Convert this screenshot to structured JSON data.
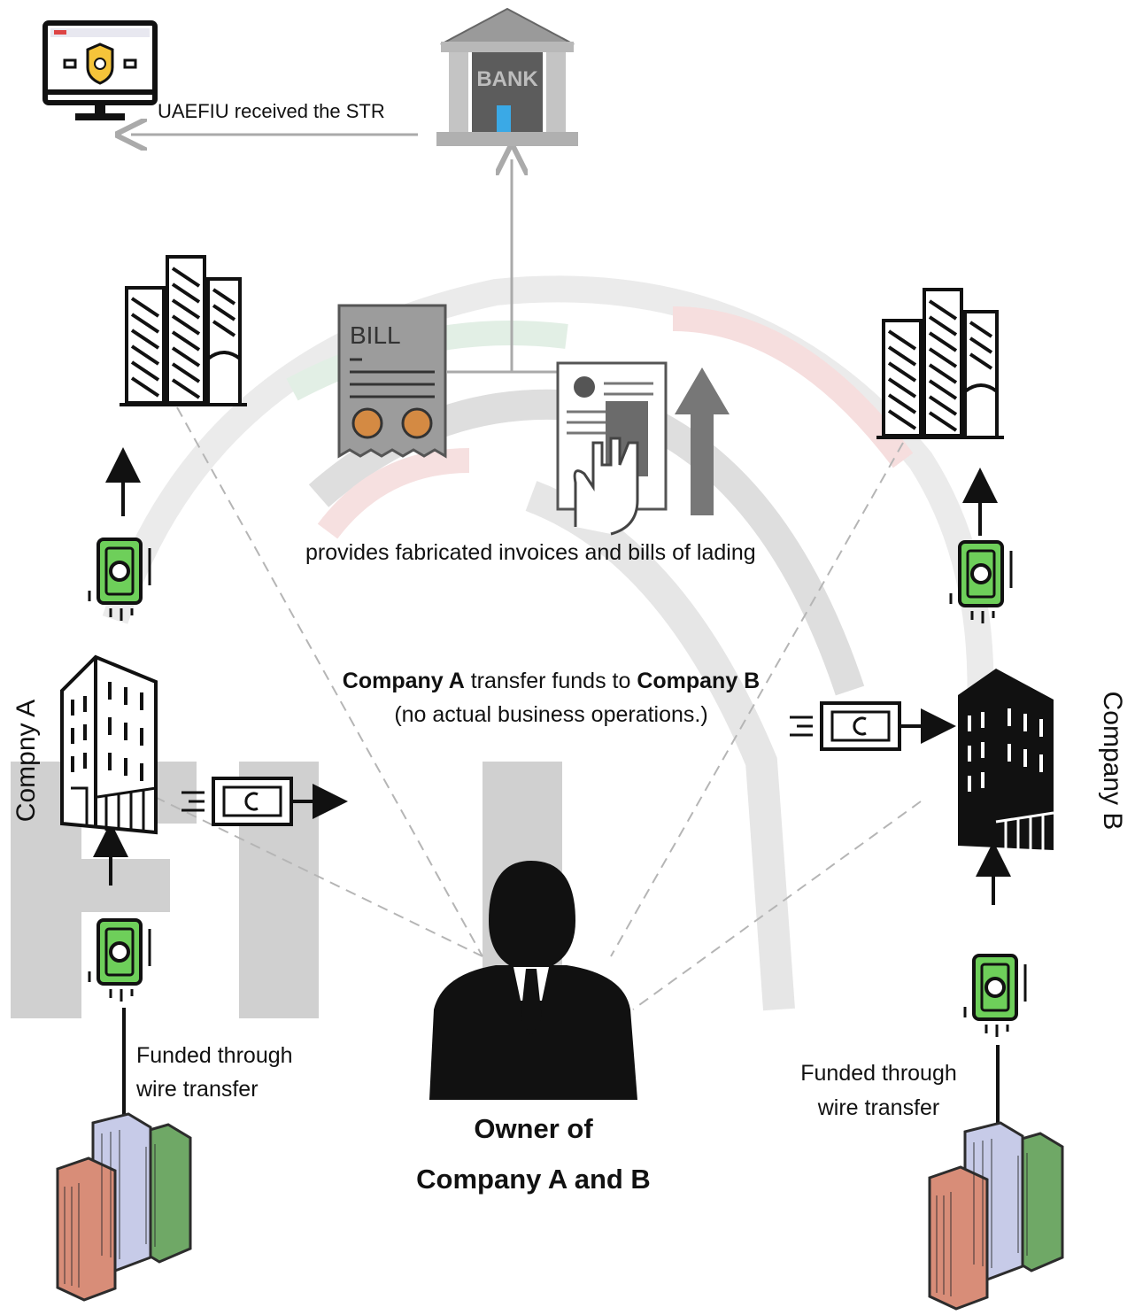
{
  "watermark": {
    "text": "FIU",
    "colors": {
      "gray": "#d0d0d0",
      "green": "#d6e8da",
      "red": "#f2cfcf"
    }
  },
  "bank": {
    "sign": "BANK"
  },
  "fiu": {
    "label": "UAEFIU received the STR"
  },
  "documents": {
    "bill_label": "BILL",
    "caption": "provides fabricated invoices and bills of lading"
  },
  "transfer": {
    "company_a": "Company A",
    "middle": " transfer funds to ",
    "company_b": "Company B",
    "note": "(no actual business operations.)"
  },
  "company_a": {
    "label": "Compny A",
    "funded": [
      "Funded through",
      "wire transfer"
    ]
  },
  "company_b": {
    "label": "Company B",
    "funded": [
      "Funded through",
      "wire transfer"
    ]
  },
  "owner": {
    "line1": "Owner of",
    "line2": "Company A and B"
  },
  "colors": {
    "money_green": "#6ecf5a",
    "arrow_gray": "#aaaaaa",
    "dash_gray": "#b5b5b5",
    "dark": "#111111"
  },
  "icons": [
    "monitor-shield-icon",
    "bank-icon",
    "bill-icon",
    "document-hand-icon",
    "up-arrow-icon",
    "skyscrapers-icon",
    "money-icon",
    "cash-flying-icon",
    "office-building-icon",
    "businessman-icon",
    "colored-towers-icon"
  ]
}
